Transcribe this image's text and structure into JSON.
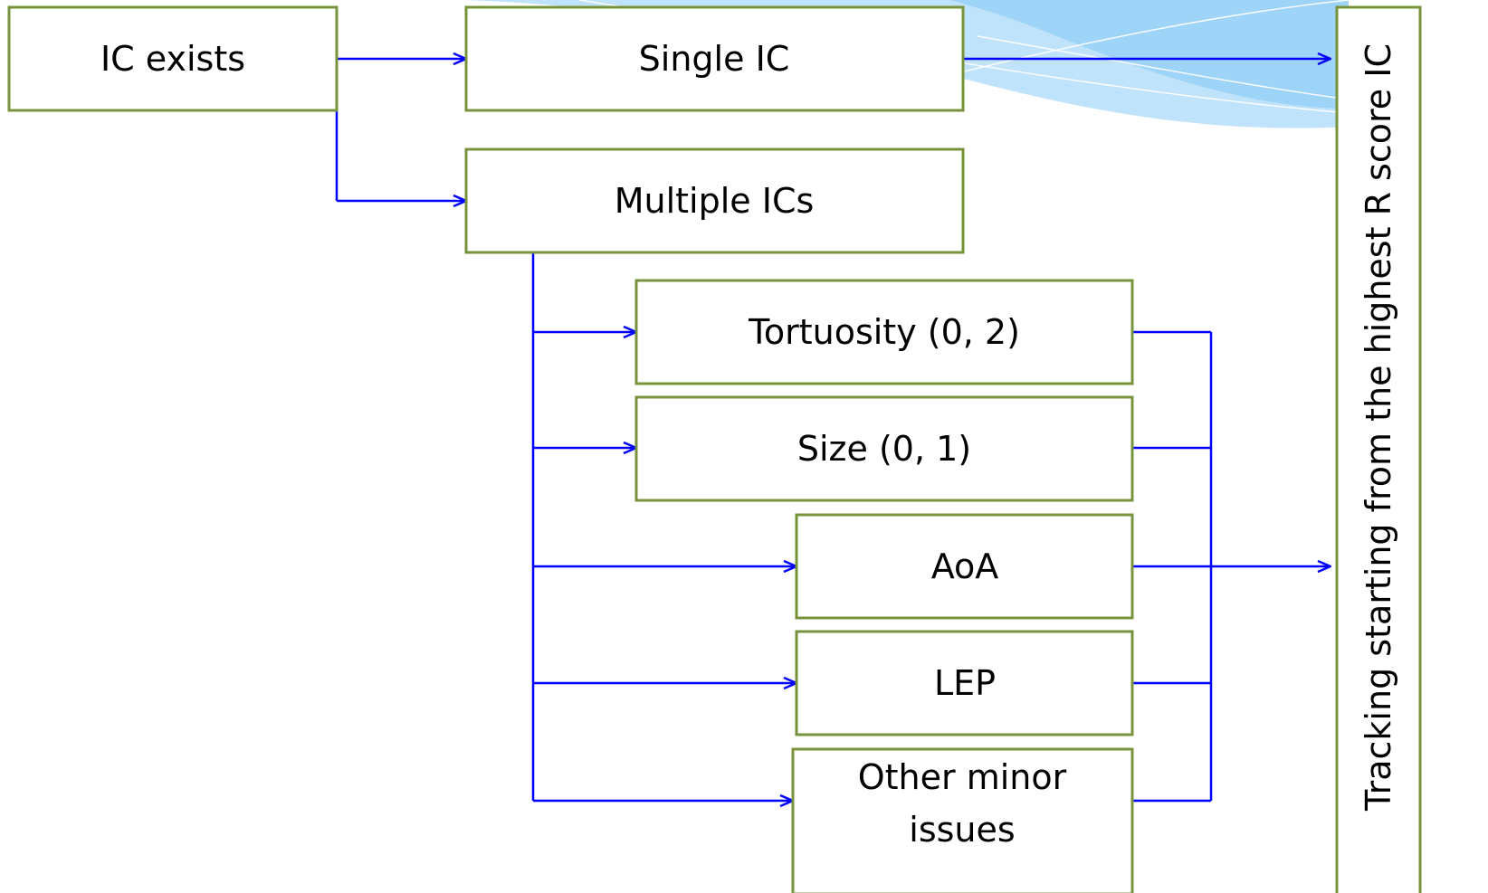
{
  "diagram": {
    "nodes": {
      "ic_exists": "IC exists",
      "single_ic": "Single IC",
      "multiple_ics": "Multiple ICs",
      "tortuosity": "Tortuosity (0, 2)",
      "size": "Size (0, 1)",
      "aoa": "AoA",
      "lep": "LEP",
      "other_minor_line1": "Other minor",
      "other_minor_line2": "issues",
      "tracking": "Tracking starting from the highest R score IC"
    },
    "edges": [
      {
        "from": "IC exists",
        "to": "Single IC"
      },
      {
        "from": "IC exists",
        "to": "Multiple ICs"
      },
      {
        "from": "Single IC",
        "to": "Tracking starting from the highest R score IC"
      },
      {
        "from": "Multiple ICs",
        "to": "Tortuosity (0, 2)"
      },
      {
        "from": "Multiple ICs",
        "to": "Size (0, 1)"
      },
      {
        "from": "Multiple ICs",
        "to": "AoA"
      },
      {
        "from": "Multiple ICs",
        "to": "LEP"
      },
      {
        "from": "Multiple ICs",
        "to": "Other minor issues"
      },
      {
        "from": "Tortuosity (0, 2)",
        "to": "Tracking starting from the highest R score IC"
      },
      {
        "from": "Size (0, 1)",
        "to": "Tracking starting from the highest R score IC"
      },
      {
        "from": "AoA",
        "to": "Tracking starting from the highest R score IC"
      },
      {
        "from": "LEP",
        "to": "Tracking starting from the highest R score IC"
      },
      {
        "from": "Other minor issues",
        "to": "Tracking starting from the highest R score IC"
      }
    ],
    "colors": {
      "node_border": "#77933c",
      "connector": "#0000ff",
      "background_accent": "#bfe3fb"
    }
  }
}
